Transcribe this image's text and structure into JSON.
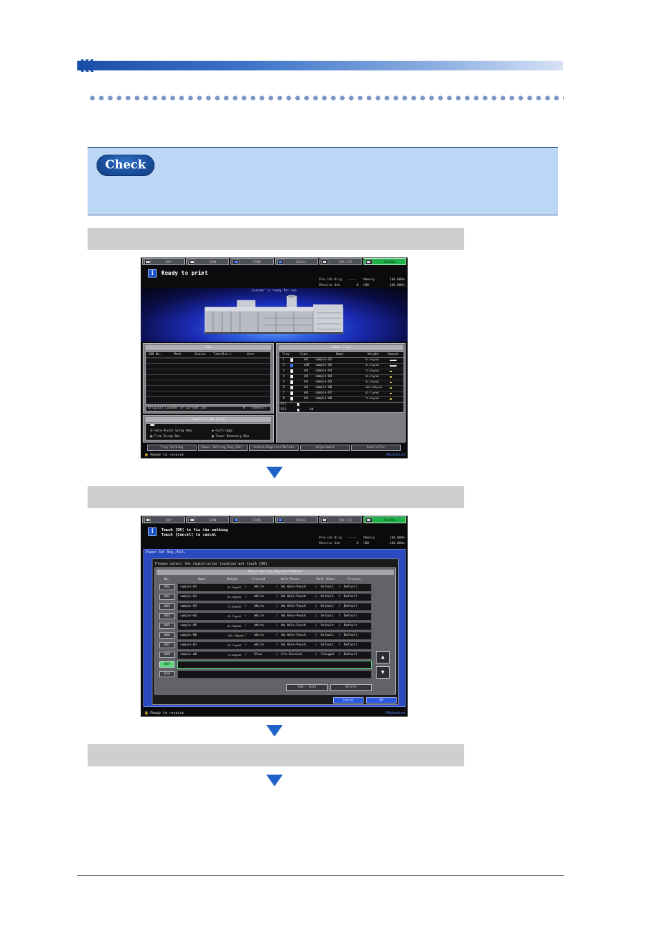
{
  "check_label": "Check",
  "screen1": {
    "tabs": [
      "COPY",
      "SCAN",
      "STORE",
      "RECALL",
      "JOB LIST",
      "MACHINE"
    ],
    "message": "Ready to print",
    "memory": {
      "pre_job_label": "Pre-Job Orig.",
      "pre_job_value": "-----",
      "memory_label": "Memory",
      "memory_value": "100.000%",
      "reserve_label": "Reserve Job",
      "reserve_value": "0",
      "hdd_label": "HDD",
      "hdd_value": "100.000%"
    },
    "scanner_message": "Scanner is ready for use",
    "job_panel": {
      "title": "Job",
      "columns": [
        "JOB No.",
        "Mode",
        "Status",
        "Time(Min.)",
        "User"
      ],
      "counter_label": "Original Counter of Current Job",
      "counter_value": "0",
      "counter_unit": "(sheets)"
    },
    "supply_panel": {
      "title": "Supply/Scrap Parts",
      "items": [
        "Hole-Punch Scrap Box",
        "Cartridge",
        "Trim Scrap Box",
        "Toner Recovery Box"
      ]
    },
    "paper_tray": {
      "title": "Paper Tray",
      "columns": [
        "Tray",
        "Size",
        "Name",
        "Weight",
        "Amount"
      ],
      "rows": [
        {
          "tray": "1",
          "size": "A4",
          "name": "sample-01",
          "weight": "81-91g/m2",
          "amount": 0.9
        },
        {
          "tray": "2",
          "size": "A4T",
          "name": "sample-02",
          "weight": "81-91g/m2",
          "amount": 0.9
        },
        {
          "tray": "3",
          "size": "A4",
          "name": "sample-03",
          "weight": "72-81g/m2",
          "amount": 0.3
        },
        {
          "tray": "4",
          "size": "A4",
          "name": "sample-04",
          "weight": "62-71g/m2",
          "amount": 0.3
        },
        {
          "tray": "5",
          "size": "A4",
          "name": "sample-05",
          "weight": "81-91g/m2",
          "amount": 0.3
        },
        {
          "tray": "6",
          "size": "A4",
          "name": "sample-06",
          "weight": "162-216g/m2",
          "amount": 0.3
        },
        {
          "tray": "7",
          "size": "A4",
          "name": "sample-07",
          "weight": "62-71g/m2",
          "amount": 0.3
        },
        {
          "tray": "8",
          "size": "A4",
          "name": "sample-08",
          "weight": "72-81g/m2",
          "amount": 0.3
        }
      ],
      "pi1_label": "PI1",
      "pi1_size": "",
      "pi2_label": "PI2",
      "pi2_size": "A4"
    },
    "footer_buttons": [
      "Tray Setting",
      "Paper Setting Reg./Del.",
      "Custom Register/Delete",
      "Adjustment",
      "Controller"
    ],
    "status_left": "Ready to receive",
    "status_right": "Rotation"
  },
  "screen2": {
    "tabs": [
      "COPY",
      "SCAN",
      "STORE",
      "RECALL",
      "JOB LIST",
      "MACHINE"
    ],
    "message_line1": "Touch [OK] to fix the setting",
    "message_line2": "Touch [Cancel] to cancel",
    "memory": {
      "pre_job_label": "Pre-Job Orig.",
      "pre_job_value": "-----",
      "memory_label": "Memory",
      "memory_value": "100.000%",
      "reserve_label": "Reserve Job",
      "reserve_value": "0",
      "hdd_label": "HDD",
      "hdd_value": "100.000%"
    },
    "dialog_title": "Paper Set Reg./Del.",
    "instruction": "Please select the registration location and touch [OK]",
    "group_title": "Paper Setting Register/Delete",
    "columns": [
      "No.",
      "Name",
      "Weight",
      "Colored",
      "Hole-Punch",
      "Both Sides",
      "Process"
    ],
    "rows": [
      {
        "no": "001",
        "name": "sample-01",
        "weight": "81-91g/m2",
        "colored": "White",
        "punch": "No Hole-Punch",
        "sides": "Default",
        "process": "Default"
      },
      {
        "no": "002",
        "name": "sample-02",
        "weight": "81-91g/m2",
        "colored": "White",
        "punch": "No Hole-Punch",
        "sides": "Default",
        "process": "Default"
      },
      {
        "no": "003",
        "name": "sample-03",
        "weight": "72-81g/m2",
        "colored": "White",
        "punch": "No Hole-Punch",
        "sides": "Default",
        "process": "Default"
      },
      {
        "no": "004",
        "name": "sample-04",
        "weight": "62-71g/m2",
        "colored": "White",
        "punch": "No Hole-Punch",
        "sides": "Default",
        "process": "Default"
      },
      {
        "no": "005",
        "name": "sample-05",
        "weight": "81-91g/m2",
        "colored": "White",
        "punch": "No Hole-Punch",
        "sides": "Default",
        "process": "Default"
      },
      {
        "no": "006",
        "name": "sample-06",
        "weight": "162-216g/m2",
        "colored": "White",
        "punch": "No Hole-Punch",
        "sides": "Default",
        "process": "Default"
      },
      {
        "no": "007",
        "name": "sample-07",
        "weight": "62-71g/m2",
        "colored": "White",
        "punch": "No Hole-Punch",
        "sides": "Default",
        "process": "Default"
      },
      {
        "no": "008",
        "name": "sample-08",
        "weight": "72-81g/m2",
        "colored": "Blue",
        "punch": "Pre-Punched",
        "sides": "Changed",
        "process": "Default"
      }
    ],
    "empty_rows": [
      "009",
      "010"
    ],
    "add_edit_label": "Add / Edit",
    "delete_label": "Delete",
    "cancel_label": "Cancel",
    "ok_label": "OK",
    "status_left": "Ready to receive",
    "status_right": "Rotation"
  }
}
